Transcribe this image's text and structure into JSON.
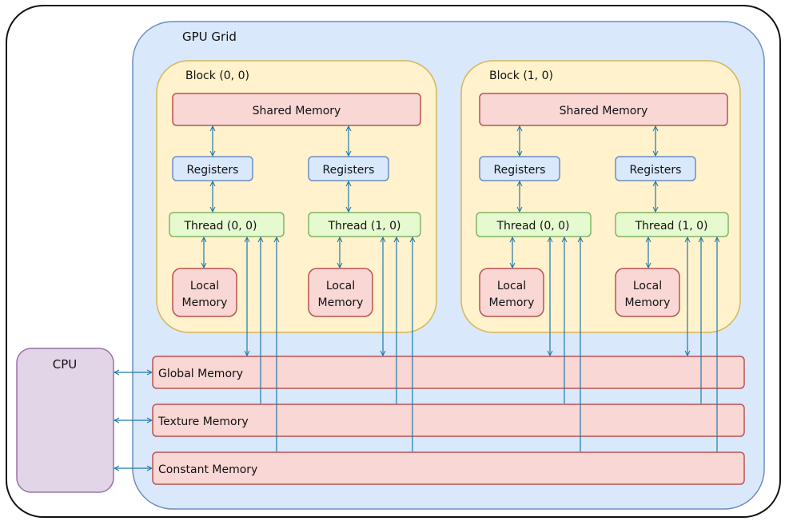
{
  "grid": {
    "label": "GPU Grid"
  },
  "cpu": {
    "label": "CPU"
  },
  "blocks": [
    {
      "label": "Block (0, 0)",
      "shared": "Shared Memory",
      "threads": [
        {
          "registers": "Registers",
          "thread": "Thread (0, 0)",
          "local": [
            "Local",
            "Memory"
          ]
        },
        {
          "registers": "Registers",
          "thread": "Thread (1, 0)",
          "local": [
            "Local",
            "Memory"
          ]
        }
      ]
    },
    {
      "label": "Block (1, 0)",
      "shared": "Shared Memory",
      "threads": [
        {
          "registers": "Registers",
          "thread": "Thread (0, 0)",
          "local": [
            "Local",
            "Memory"
          ]
        },
        {
          "registers": "Registers",
          "thread": "Thread (1, 0)",
          "local": [
            "Local",
            "Memory"
          ]
        }
      ]
    }
  ],
  "memories": {
    "global": "Global Memory",
    "texture": "Texture Memory",
    "constant": "Constant Memory"
  },
  "colors": {
    "grid_fill": "#dae8fc",
    "grid_stroke": "#6c8ebf",
    "block_fill": "#fff2cc",
    "block_stroke": "#d6b656",
    "mem_fill": "#f8d7d4",
    "mem_stroke": "#b85450",
    "reg_fill": "#dae8fc",
    "reg_stroke": "#6c8ebf",
    "thread_fill": "#e6fad0",
    "thread_stroke": "#82b366",
    "cpu_fill": "#e1d5e7",
    "cpu_stroke": "#9673a6",
    "arrow": "#1f77a8"
  }
}
